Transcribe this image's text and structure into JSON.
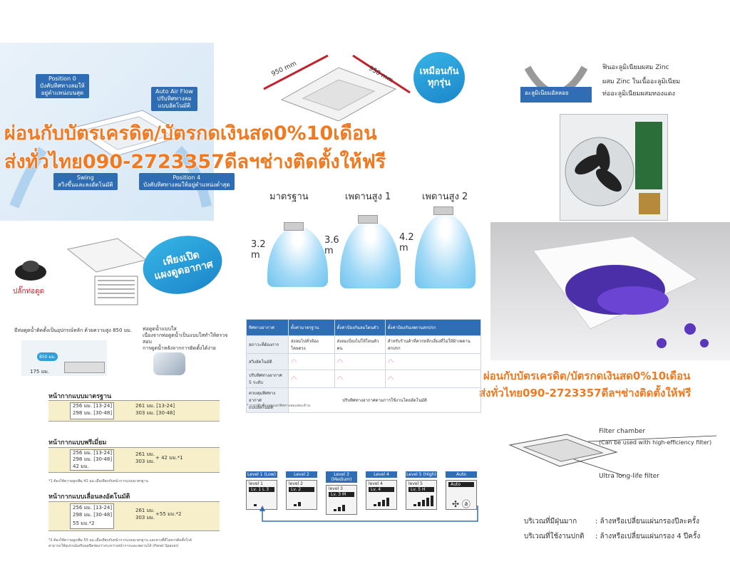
{
  "airflow": {
    "pos0": "Position 0\nบังคับทิศทางลมให้\nอยู่ตำแหน่งบนสุด",
    "auto": "Auto Air Flow\nปรับทิศทางลม\nแบบอัตโนมัติ",
    "swing": "Swing\nสวิงขึ้นและลงอัตโนมัติ",
    "pos4": "Position 4\nบังคับทิศทางลมให้อยู่ตำแหน่งต่ำสุด"
  },
  "dims": {
    "w1": "950 mm",
    "w2": "950 mm",
    "same": "เหมือนกัน\nทุกรุ่น"
  },
  "coil": {
    "l1": "ฟินอะลูมิเนียมผสม Zinc",
    "l2": "ผสม Zinc ในเนื้ออะลูมิเนียม",
    "l3": "ท่ออะลูมิเนียมผสมทองแดง",
    "alloy": "อะลูมิเนียมอัลลอย"
  },
  "promo": {
    "line1": "ผ่อนกับบัตรเครดิต/บัตรกดเงินสด0%10เดือน",
    "line2": "ส่งทั่วไทย090-2723357ดีลฯช่างติดตั้งให้ฟรี"
  },
  "heights": {
    "h1_label": "มาตรฐาน",
    "h1": "3.2\nm",
    "h2_label": "เพดานสูง 1",
    "h2": "3.6\nm",
    "h3_label": "เพดานสูง 2",
    "h3": "4.2\nm"
  },
  "panel": {
    "open": "เพียงเปิด\nแผงดูดอากาศ",
    "plug": "ปลั๊กท่อดูด"
  },
  "pump": {
    "note1": "มีท่อดูดน้ำติดตั้งเป็นอุปกรณ์หลัก ด้วยความสูง 850 มม.",
    "mm850": "850 มม.",
    "mm175": "175 มม.",
    "note2": "ท่อดูดน้ำแบบใส\nเนื่องจากท่อดูดน้ำเป็นแบบใสทำให้ตรวจสอบ\nการดูดน้ำหลังจากการติดตั้งได้ง่าย"
  },
  "table": {
    "r0": [
      "ทิศทางอากาศ",
      "ตั้งค่ามาตรฐาน",
      "ตั้งค่าป้องกันลมโดนตัว",
      "ตั้งค่าป้องกันเพดานสกปรก"
    ],
    "r1": [
      "สภาวะที่ต้องการ",
      "ส่งลมไปทั่วห้องโดยตรง",
      "ส่งลมเบี่ยงไม่ให้โดนตัวคน",
      "สำหรับร้านค้าที่ควรหลีกเลี่ยงที่ไม่ให้ฝ้าเพดานสกปรก"
    ],
    "r2": "สวิงอัตโนมัติ",
    "r3": "ปรับทิศทางอากาศ\n5 ระดับ",
    "r4": "ควบคุมทิศทางอากาศ\nแบบอัตโนมัติ",
    "r4_text": "ปรับทิศทางอากาศตามการใช้งานโดยอัตโนมัติ",
    "foot": "* การปรับตั้งแบบแยกทิศทางลมแต่ละด้าน"
  },
  "masks": {
    "std_title": "หน้ากากแบบมาตรฐาน",
    "std_a": "256 มม. [13-24]",
    "std_b": "298 มม. [30-48]",
    "std_c": "261 มม. [13-24]",
    "std_d": "303 มม. [30-48]",
    "prem_title": "หน้ากากแบบพรีเมี่ยม",
    "prem_a": "256 มม. [13-24]",
    "prem_b": "298 มม. [30-48]",
    "prem_c": "42 มม.",
    "prem_d": "261 มม.",
    "prem_e": "303 มม.",
    "prem_f": "+ 42 มม.*1",
    "prem_note": "*1 ต้องใช้ความสูงเพิ่ม 42 มม.เมื่อเทียบกับหน้ากากแบบมาตรฐาน",
    "auto_title": "หน้ากากแบบเลื่อนลงอัตโนมัติ",
    "auto_a": "256 มม. [13-24]",
    "auto_b": "298 มม. [30-48]",
    "auto_c": "55 มม.*2",
    "auto_d": "261 มม.",
    "auto_e": "303 มม.",
    "auto_f": "+55 มม.*2",
    "auto_note": "*2 ต้องใช้ความสูงเพิ่ม 55 มม.เมื่อเทียบกับหน้ากากแบบมาตรฐาน และทางที่ดีไม่ควรติดตั้งใกล้\nสามารถใช้อุปกรณ์เสริมจุดปิดช่องว่างระหว่างหน้ากากและเพดานได้ (Panel Spacer)"
  },
  "levels": [
    {
      "tag": "Level 1 (Low)",
      "screen": "level 1",
      "code": "Lv. 1 L 3"
    },
    {
      "tag": "Level 2",
      "screen": "level 2",
      "code": "Lv. 2"
    },
    {
      "tag": "Level 3 (Medium)",
      "screen": "level 3",
      "code": "Lv. 3 M"
    },
    {
      "tag": "Level 4",
      "screen": "level 4",
      "code": "Lv. 4"
    },
    {
      "tag": "Level 5 (High)",
      "screen": "level 5",
      "code": "Lv. 5 H"
    },
    {
      "tag": "Auto",
      "screen": "",
      "code": "Auto"
    }
  ],
  "filter": {
    "chamber": "Filter chamber",
    "chamber_note": "(Can be used with high-efficiency filter)",
    "ultra": "Ultra long-life filter",
    "dusty_label": "บริเวณที่มีฝุ่นมาก",
    "dusty_val": ":  ล้างหรือเปลี่ยนแผ่นกรองปีละครั้ง",
    "normal_label": "บริเวณที่ใช้งานปกติ",
    "normal_val": ": ล้างหรือเปลี่ยนแผ่นกรอง 4 ปีครั้ง"
  },
  "colors": {
    "promo": "#f07a22",
    "accent": "#2f6eb5",
    "cyan": "#1c86c9"
  }
}
